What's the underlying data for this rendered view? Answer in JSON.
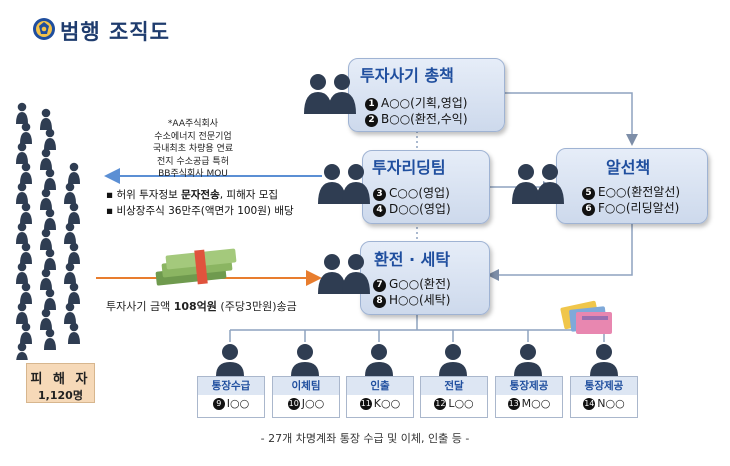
{
  "title": "범행 조직도",
  "groups": {
    "fraud_head": {
      "title": "투자사기 총책",
      "members": [
        {
          "num": "1",
          "text": "A○○(기획,영업)"
        },
        {
          "num": "2",
          "text": "B○○(환전,수익)"
        }
      ]
    },
    "leading_team": {
      "title": "투자리딩팀",
      "members": [
        {
          "num": "3",
          "text": "C○○(영업)"
        },
        {
          "num": "4",
          "text": "D○○(영업)"
        }
      ]
    },
    "broker": {
      "title": "알선책",
      "members": [
        {
          "num": "5",
          "text": "E○○(환전알선)"
        },
        {
          "num": "6",
          "text": "F○○(리딩알선)"
        }
      ]
    },
    "laundering": {
      "title": "환전 · 세탁",
      "members": [
        {
          "num": "7",
          "text": "G○○(환전)"
        },
        {
          "num": "8",
          "text": "H○○(세탁)"
        }
      ]
    }
  },
  "note_lines": [
    "*AA주식회사",
    "수소에너지 전문기업",
    "국내최초 차량용 연료",
    "전지 수소공급 특허",
    "BB주식회사 MOU"
  ],
  "bullets": {
    "b1_pre": "허위 투자정보 ",
    "b1_bold": "문자전송",
    "b1_post": ", 피해자 모집",
    "b2": "비상장주식 36만주(액면가 100원) 배당"
  },
  "money": {
    "pre": "투자사기 금액 ",
    "bold": "108억원",
    "post": " (주당3만원)송금"
  },
  "victims": {
    "label": "피 해 자",
    "count": "1,120명"
  },
  "workers": [
    {
      "role": "통장수급",
      "num": "9",
      "name": "I○○"
    },
    {
      "role": "이체팀",
      "num": "10",
      "name": "J○○"
    },
    {
      "role": "인출",
      "num": "11",
      "name": "K○○"
    },
    {
      "role": "전달",
      "num": "12",
      "name": "L○○"
    },
    {
      "role": "통장제공",
      "num": "13",
      "name": "M○○"
    },
    {
      "role": "통장제공",
      "num": "14",
      "name": "N○○"
    }
  ],
  "footer": "- 27개 차명계좌 통장 수급 및 이체, 인출 등 -",
  "colors": {
    "accent": "#1f4e9e",
    "person": "#2f3d52",
    "box_fill": "#dbe4f3",
    "victim_fill": "#f6d9b8",
    "arrow_blue": "#5b8fd4",
    "arrow_orange": "#e87d2e",
    "connector": "#8da2bf"
  }
}
